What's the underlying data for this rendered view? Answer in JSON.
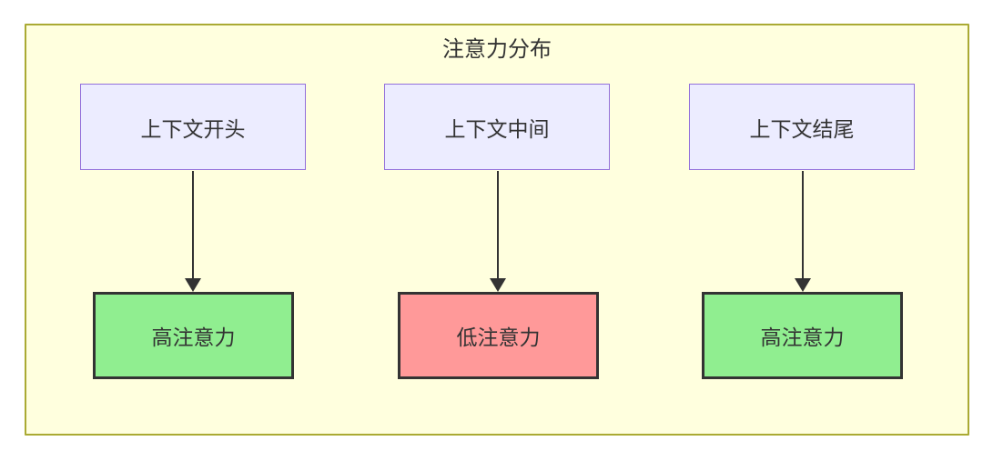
{
  "diagram": {
    "title": "注意力分布",
    "columns": [
      {
        "source": "上下文开头",
        "target": "高注意力",
        "attention": "high"
      },
      {
        "source": "上下文中间",
        "target": "低注意力",
        "attention": "low"
      },
      {
        "source": "上下文结尾",
        "target": "高注意力",
        "attention": "high"
      }
    ],
    "colors": {
      "canvas_background": "#ffffff",
      "cluster_fill": "#ffffde",
      "cluster_border": "#aaaa33",
      "source_node_fill": "#ececff",
      "source_node_border": "#9370db",
      "high_attention_fill": "#90ee90",
      "low_attention_fill": "#ff9999",
      "attention_node_border": "#333333",
      "arrow_color": "#333333",
      "text_color": "#333333"
    }
  }
}
